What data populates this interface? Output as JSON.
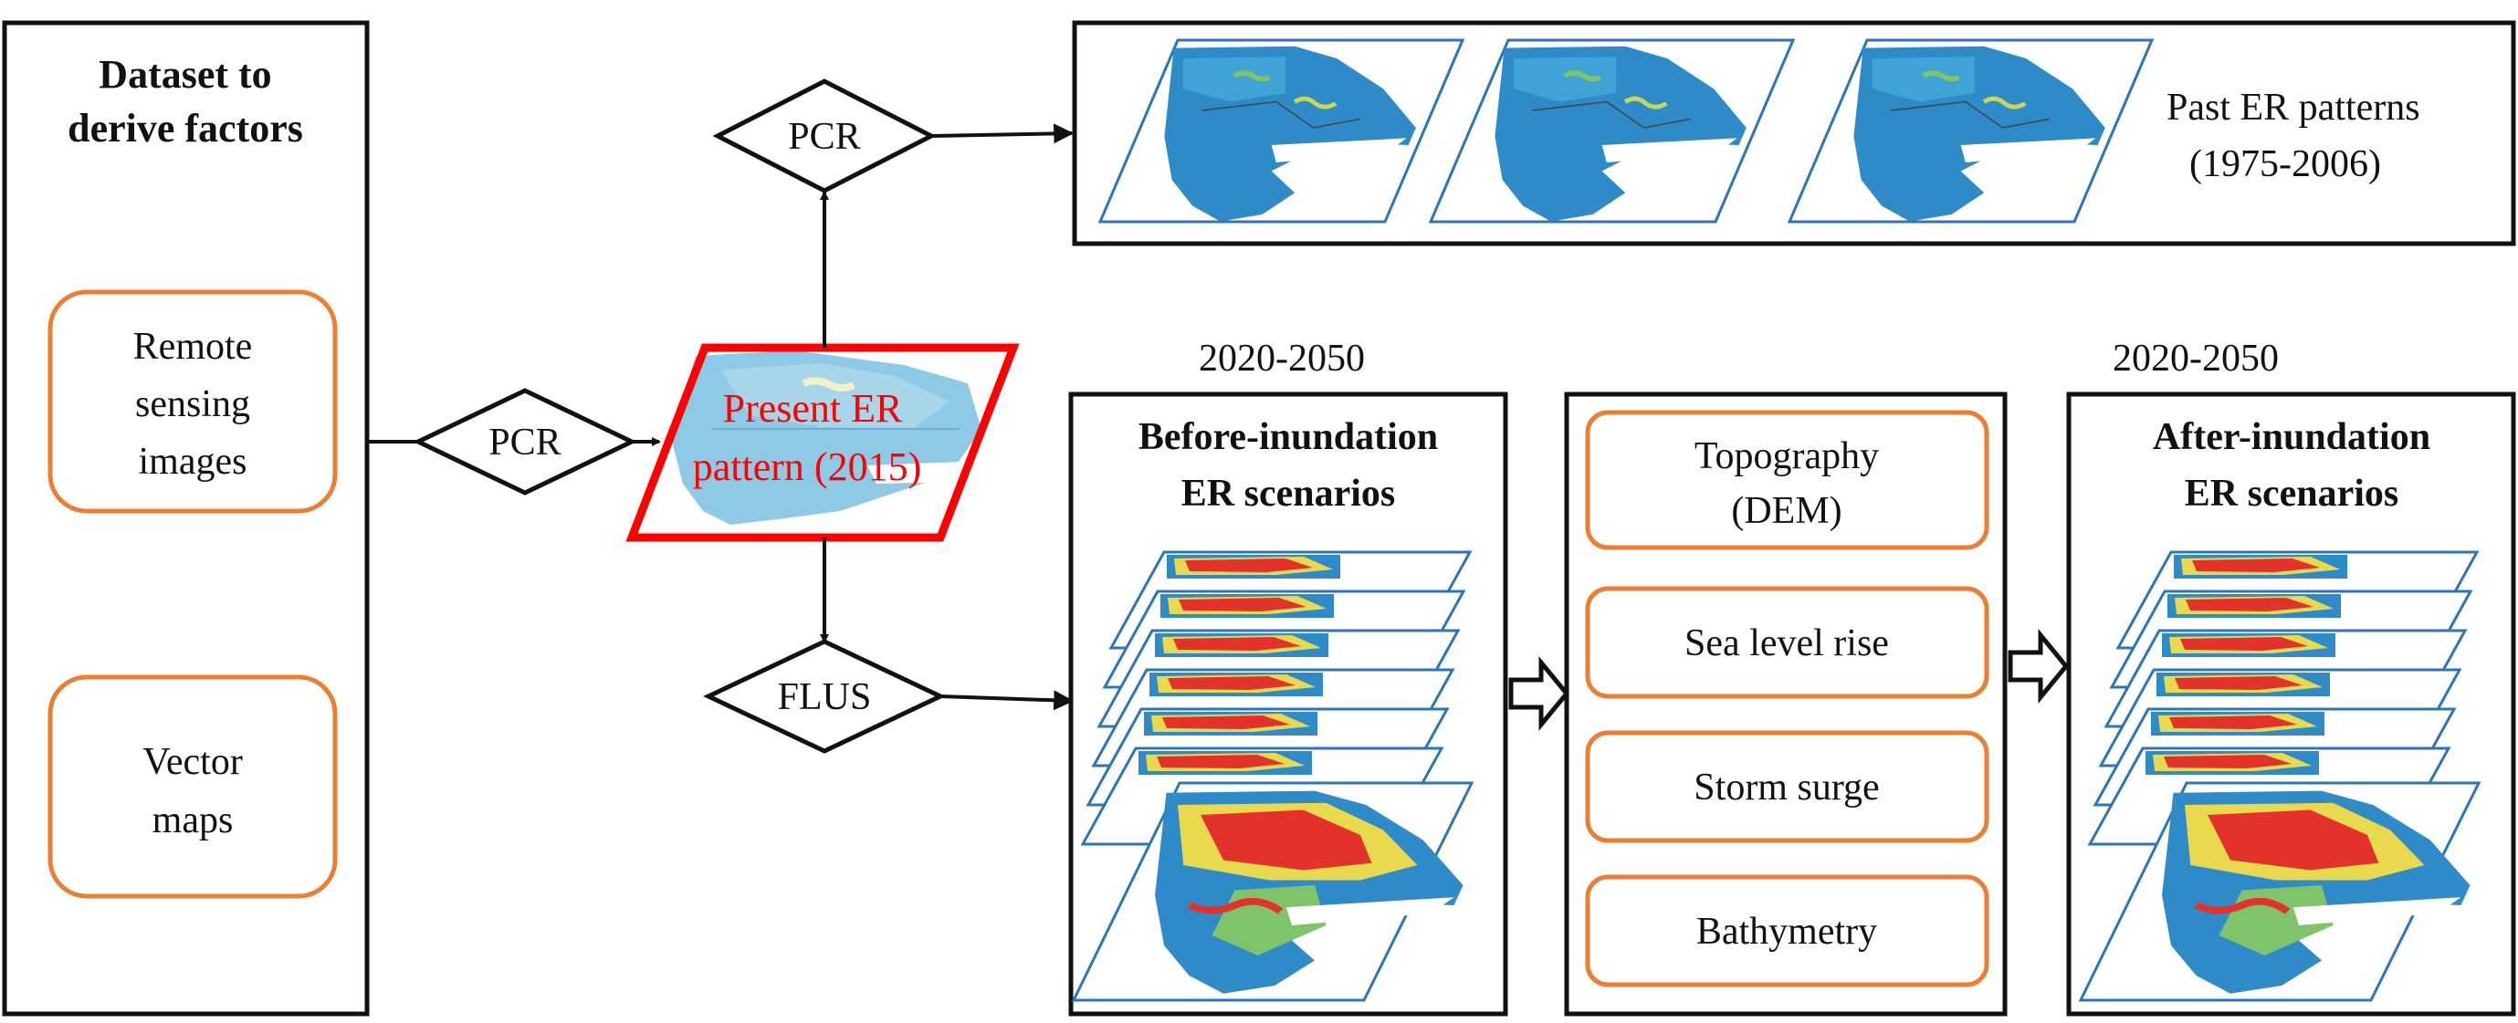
{
  "dataset": {
    "title_line1": "Dataset to",
    "title_line2": "derive factors",
    "item1": [
      "Remote",
      "sensing",
      "images"
    ],
    "item2": [
      "Vector",
      "maps"
    ]
  },
  "methods": {
    "pcr_left": "PCR",
    "pcr_top": "PCR",
    "flus": "FLUS"
  },
  "present": {
    "line1": "Present ER",
    "line2": "pattern (2015)"
  },
  "past": {
    "line1": "Past ER patterns",
    "line2": "(1975-2006)"
  },
  "before": {
    "period": "2020-2050",
    "line1": "Before-inundation",
    "line2": "ER scenarios"
  },
  "factors": [
    "Topography",
    "(DEM)",
    "Sea level rise",
    "Storm surge",
    "Bathymetry"
  ],
  "after": {
    "period": "2020-2050",
    "line1": "After-inundation",
    "line2": "ER scenarios"
  },
  "colors": {
    "accent_orange": "#ED7D31",
    "present_red": "#FF0000",
    "frame_blue": "#2E75B6",
    "map_sea": "#2E8BC7",
    "map_light": "#8EC9E6"
  }
}
